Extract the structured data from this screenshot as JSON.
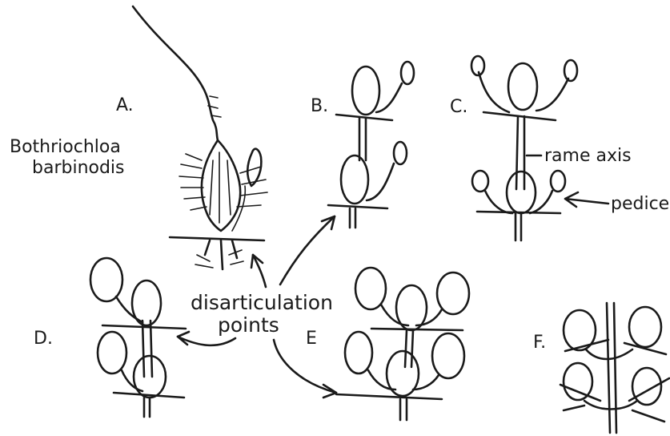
{
  "species": {
    "line1": "Bothriochloa",
    "line2": "barbinodis"
  },
  "panels": {
    "a": "A.",
    "b": "B.",
    "c": "C.",
    "d": "D.",
    "e": "E",
    "f": "F."
  },
  "labels": {
    "rame_axis": "rame axis",
    "pedicel": "pedicel",
    "disarticulation_line1": "disarticulation",
    "disarticulation_line2": "points"
  },
  "colors": {
    "ink": "#1a1a1a",
    "paper": "#ffffff"
  }
}
